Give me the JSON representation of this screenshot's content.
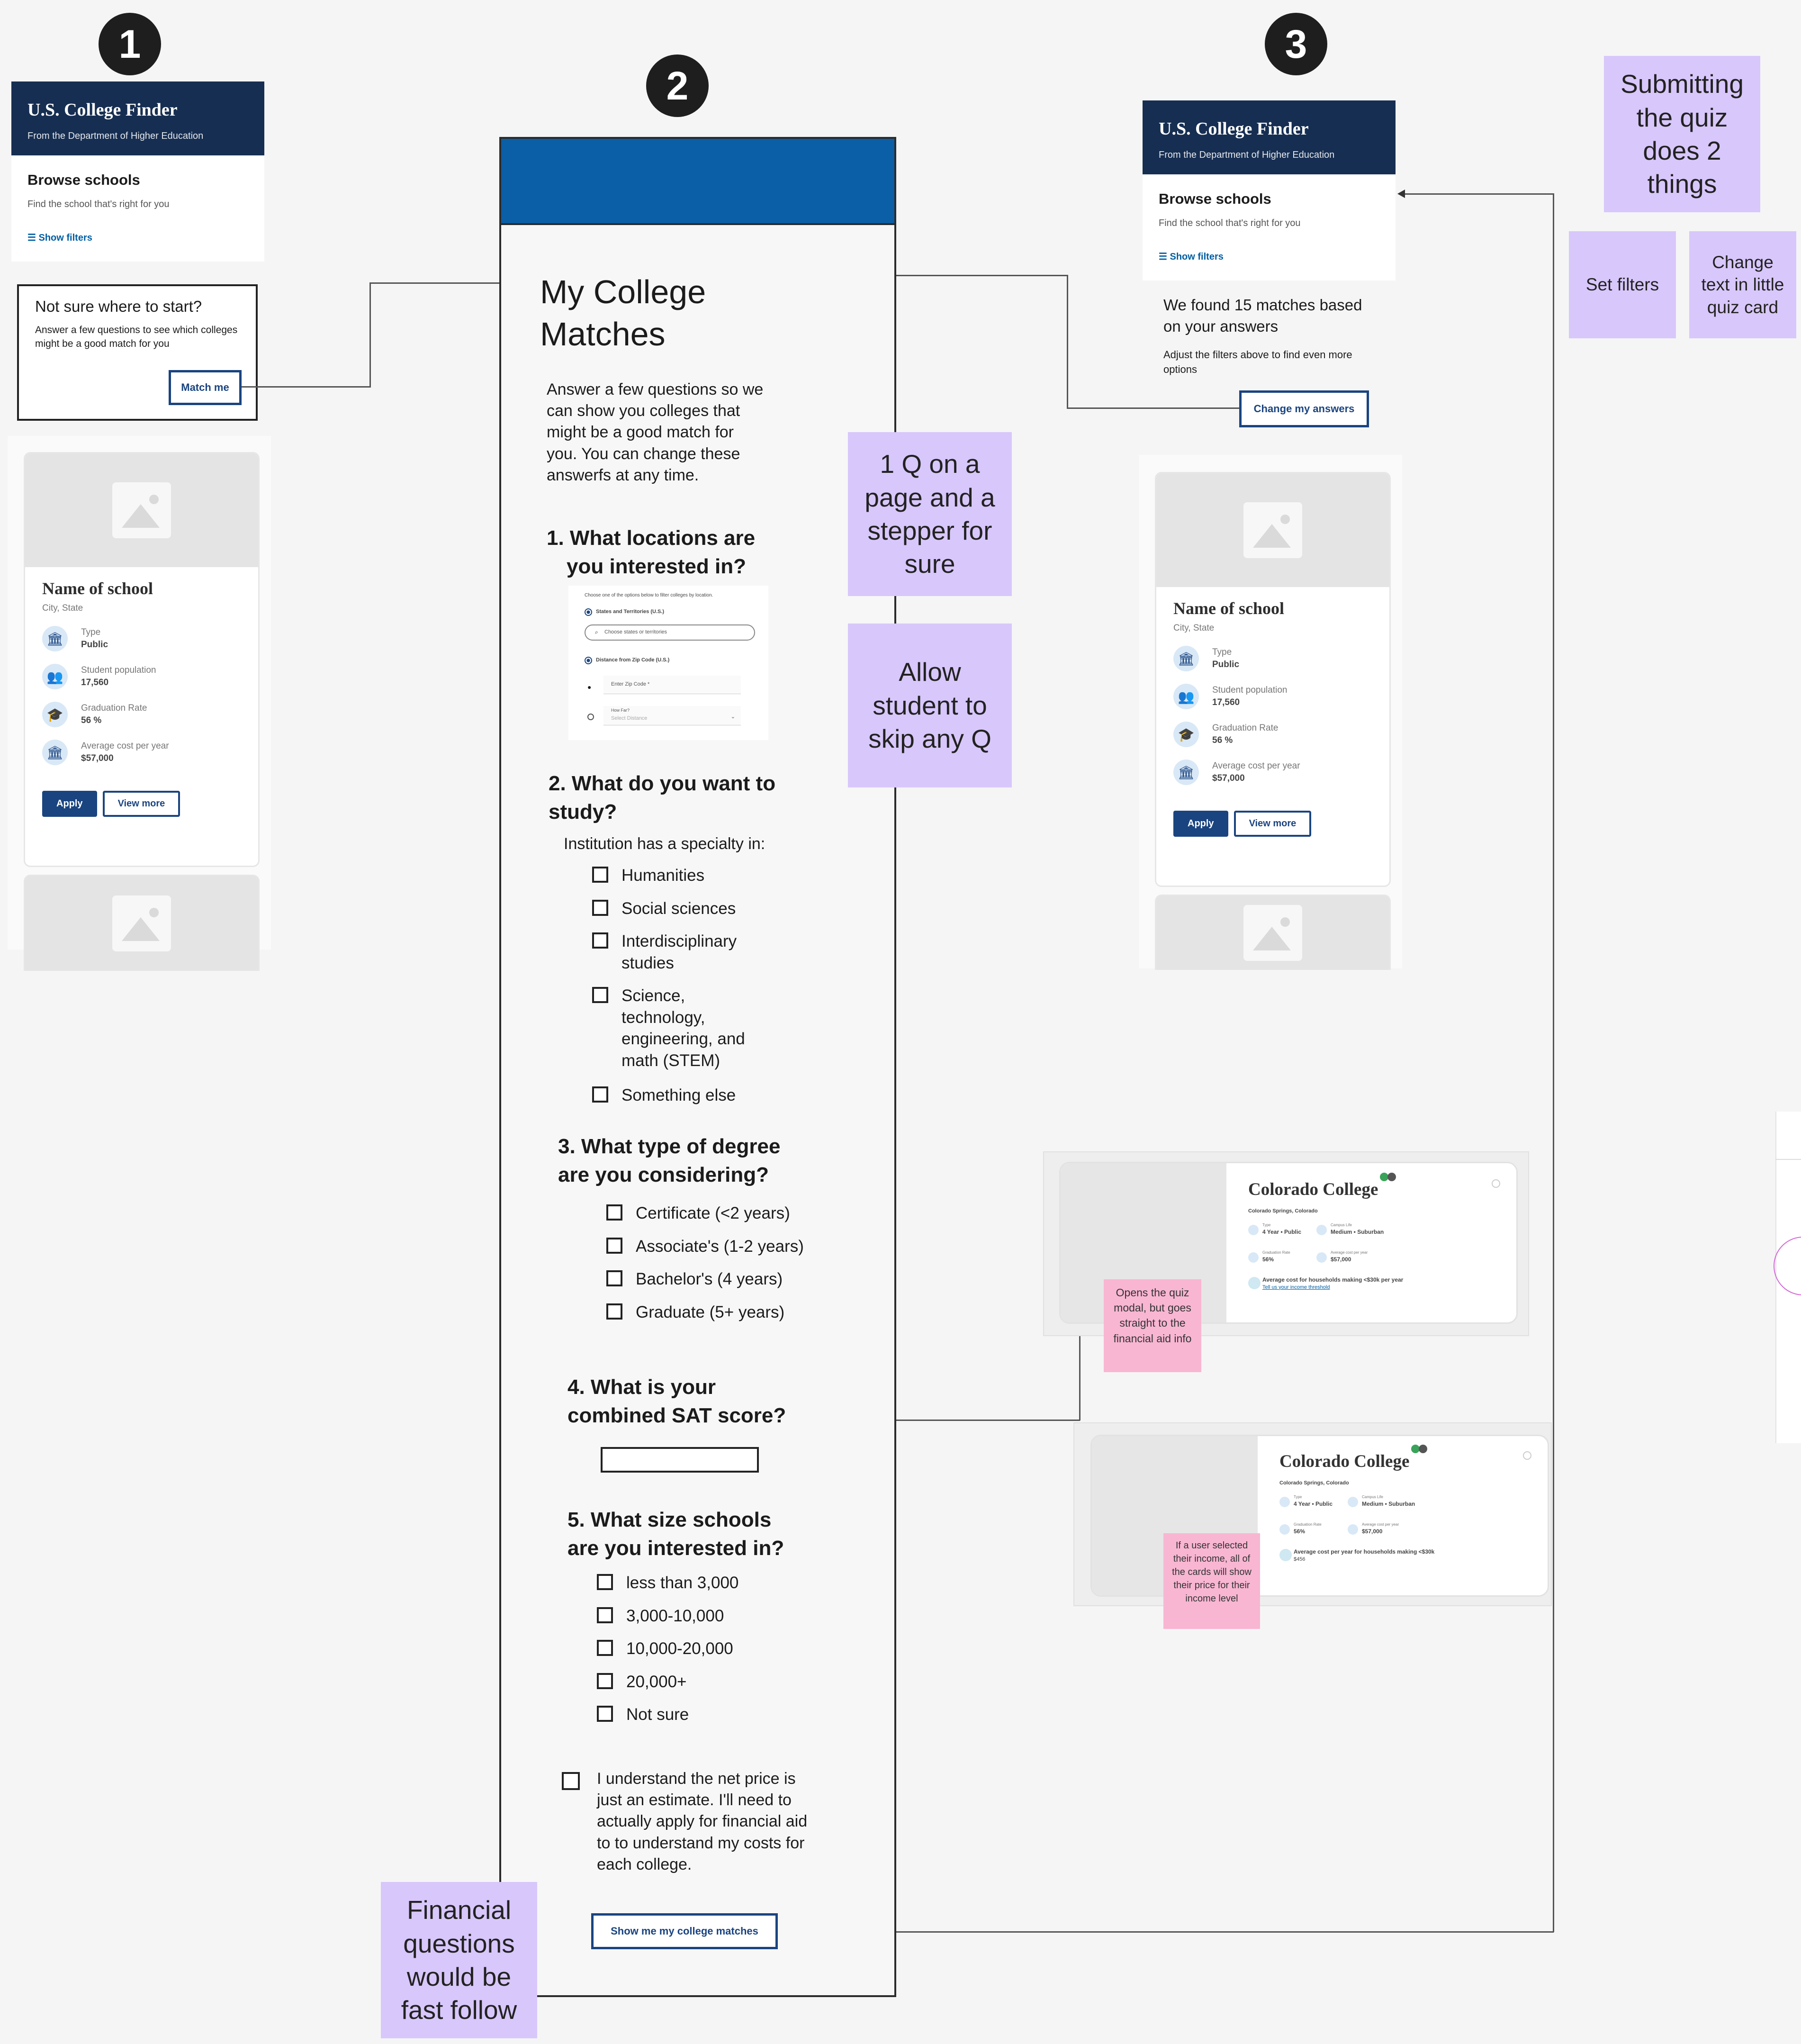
{
  "badges": [
    "1",
    "2",
    "3"
  ],
  "finder": {
    "title": "U.S. College Finder",
    "subtitle": "From the Department of Higher Education",
    "browse_title": "Browse schools",
    "browse_sub": "Find the school that's right for you",
    "show_filters": "Show filters"
  },
  "start_box": {
    "title": "Not sure where to start?",
    "text": "Answer a few questions to see which colleges might be a good match for you",
    "button": "Match me"
  },
  "school_card": {
    "name": "Name of school",
    "city": "City, State",
    "stats": [
      {
        "label": "Type",
        "value": "Public",
        "icon": "institution-icon"
      },
      {
        "label": "Student population",
        "value": "17,560",
        "icon": "people-icon"
      },
      {
        "label": "Graduation Rate",
        "value": "56 %",
        "icon": "graduation-cap-icon"
      },
      {
        "label": "Average cost per year",
        "value": "$57,000",
        "icon": "institution-icon"
      }
    ],
    "apply": "Apply",
    "view_more": "View more"
  },
  "quiz": {
    "title": "My College Matches",
    "intro": "Answer a few questions so we can show you colleges that might be a good match for you. You can change these answerfs at any time.",
    "q1": {
      "title": "1. What locations are you interested in?",
      "hint": "Choose one of the options below to filter colleges by location.",
      "opt1": "States and Territories (U.S.)",
      "search_placeholder": "Choose states or territories",
      "opt2": "Distance from Zip Code (U.S.)",
      "zip_placeholder": "Enter Zip Code *",
      "howfar_label": "How Far?",
      "distance_placeholder": "Select Distance"
    },
    "q2": {
      "title": "2. What do you want to study?",
      "sub": "Institution has a specialty in:",
      "options": [
        "Humanities",
        "Social sciences",
        "Interdisciplinary studies",
        "Science, technology, engineering, and math (STEM)",
        "Something else"
      ]
    },
    "q3": {
      "title": "3. What type of degree are you considering?",
      "options": [
        "Certificate (<2 years)",
        "Associate's (1-2 years)",
        "Bachelor's (4 years)",
        "Graduate (5+ years)"
      ]
    },
    "q4": {
      "title": "4. What is your combined SAT score?",
      "value": ""
    },
    "q5": {
      "title": "5. What size schools are you interested in?",
      "options": [
        "less than 3,000",
        "3,000-10,000",
        "10,000-20,000",
        "20,000+",
        "Not sure"
      ]
    },
    "disclaimer": "I understand the net price is just an estimate. I'll need to actually apply for financial aid to to understand my costs for each college.",
    "submit": "Show me my college matches"
  },
  "results": {
    "found": "We found 15 matches based on your answers",
    "adjust": "Adjust the filters above to find even more options",
    "change": "Change my answers"
  },
  "stickies": {
    "one_q": "1 Q on a page and a stepper for sure",
    "skip": "Allow student to skip any Q",
    "submitting": "Submitting the quiz does 2 things",
    "set_filters": "Set filters",
    "change_text": "Change text in little quiz card",
    "financial": "Financial questions would be fast follow"
  },
  "pink_notes": {
    "opens": "Opens the quiz modal, but goes straight to the financial aid info",
    "income": "If a user selected their income, all of the cards will show their price for their income level"
  },
  "college_cards": [
    {
      "name": "Colorado College",
      "location": "Colorado Springs, Colorado",
      "type_label": "Type",
      "type": "4 Year • Public",
      "campus_label": "Campus Life",
      "campus": "Medium • Suburban",
      "grad_label": "Graduation Rate",
      "grad": "56%",
      "cost_label": "Average cost per year",
      "cost": "$57,000",
      "income_line": "Average cost for households making <$30k per year",
      "income_link": "Tell us your income threshold"
    },
    {
      "name": "Colorado College",
      "location": "Colorado Springs, Colorado",
      "type_label": "Type",
      "type": "4 Year • Public",
      "campus_label": "Campus Life",
      "campus": "Medium • Suburban",
      "grad_label": "Graduation Rate",
      "grad": "56%",
      "cost_label": "Average cost per year",
      "cost": "$57,000",
      "income_line": "Average cost per year for households making <$30k",
      "income_value": "$456"
    }
  ],
  "colors": {
    "navy": "#162e51",
    "blue": "#0a5fa6",
    "link": "#1a4480",
    "sticky": "#d8c7fb",
    "pink": "#f8b6d2"
  }
}
